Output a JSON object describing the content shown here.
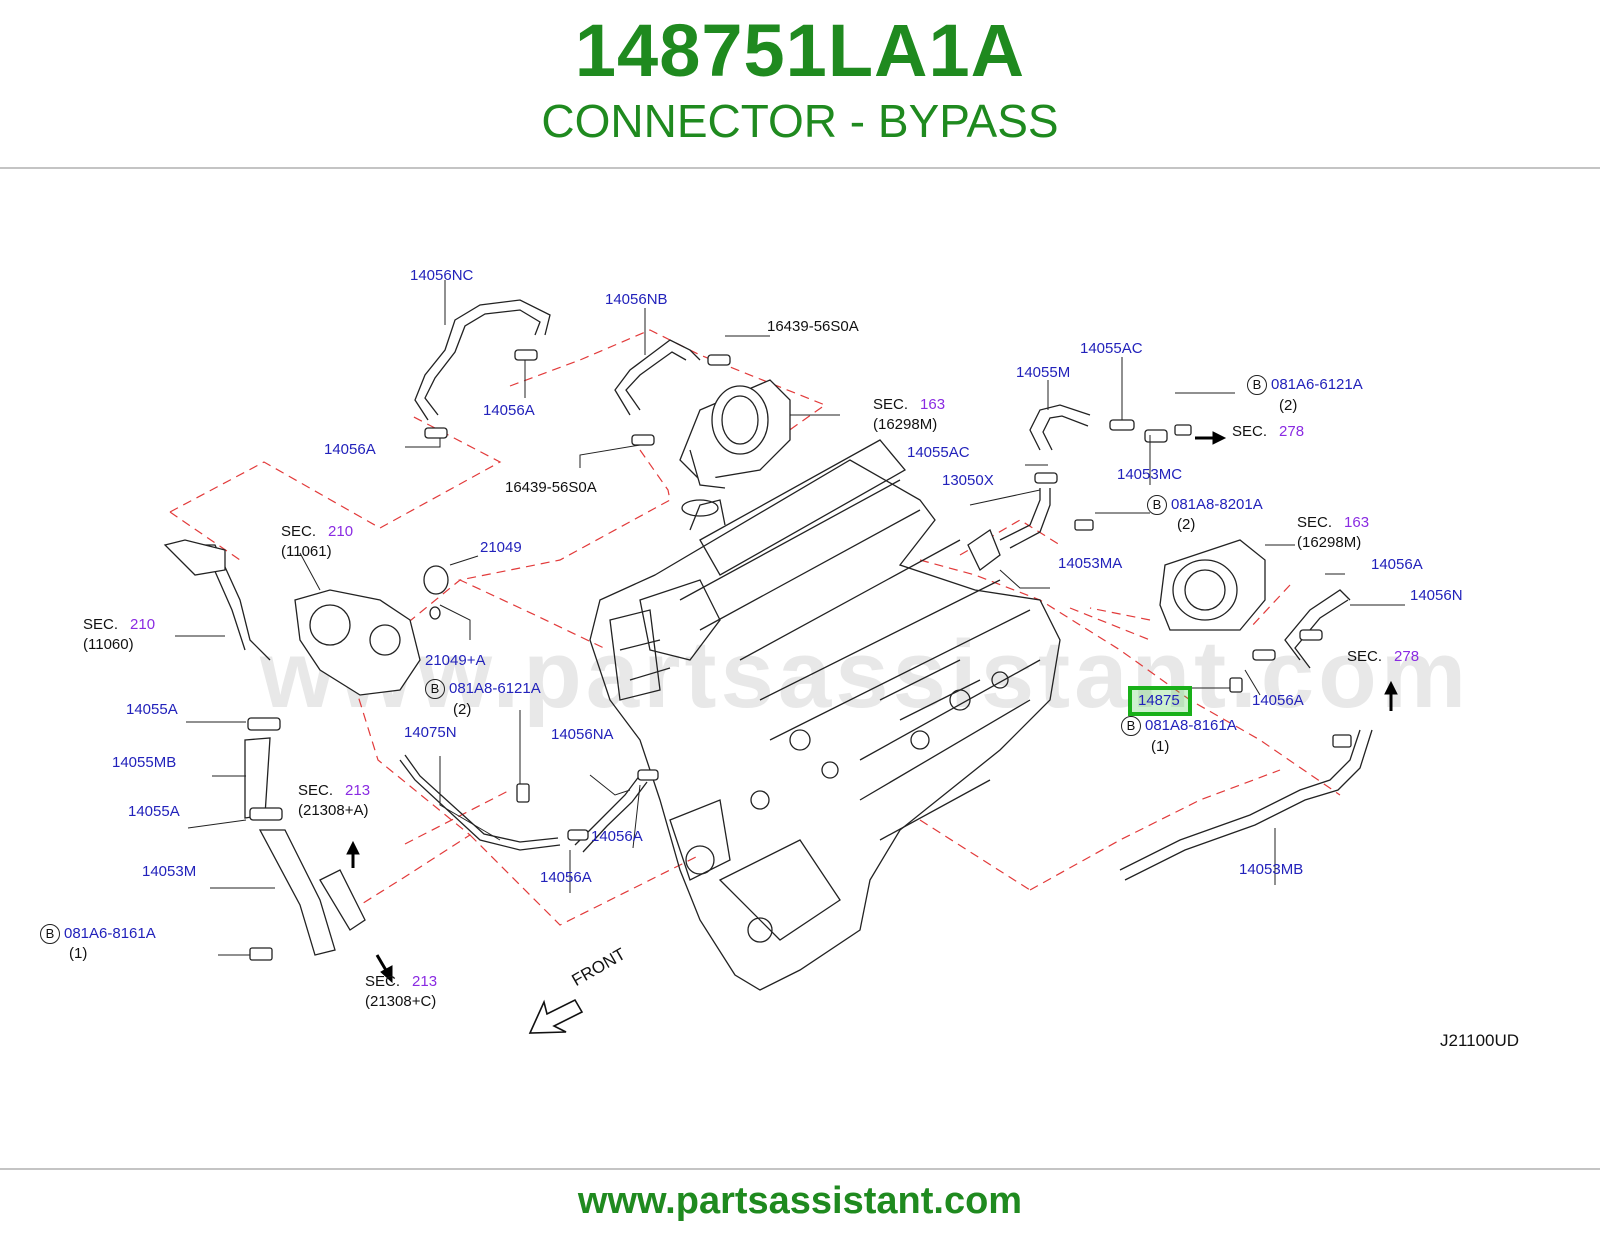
{
  "header": {
    "part_number": "148751LA1A",
    "part_name": "CONNECTOR - BYPASS"
  },
  "footer": {
    "url": "www.partsassistant.com"
  },
  "diagram": {
    "watermark": "www.partsassistant.com",
    "code": "J21100UD",
    "front_label": "FRONT",
    "highlighted_part": "14875",
    "labels": {
      "l14056NC": "14056NC",
      "l14056NB": "14056NB",
      "l16439_top": "16439-56S0A",
      "l14056A_1": "14056A",
      "l14056A_2": "14056A",
      "l16439_bot": "16439-56S0A",
      "l14055AC_1": "14055AC",
      "l14055M": "14055M",
      "l14055AC_2": "14055AC",
      "l14053MC": "14053MC",
      "l13050X": "13050X",
      "l14053MA": "14053MA",
      "l21049": "21049",
      "l21049A": "21049+A",
      "l14056A_3": "14056A",
      "l14056N": "14056N",
      "l14056A_4": "14056A",
      "l14055A_1": "14055A",
      "l14055MB": "14055MB",
      "l14055A_2": "14055A",
      "l14053M": "14053M",
      "l14075N": "14075N",
      "l14056NA": "14056NA",
      "l14056A_5": "14056A",
      "l14056A_6": "14056A",
      "l14053MB": "14053MB",
      "b_081A6_6121A": "081A6-6121A",
      "q_2a": "(2)",
      "b_081A8_8201A": "081A8-8201A",
      "q_2b": "(2)",
      "b_081A8_6121A": "081A8-6121A",
      "q_2c": "(2)",
      "b_081A8_8161A": "081A8-8161A",
      "q_1a": "(1)",
      "b_081A6_8161A": "081A6-8161A",
      "q_1b": "(1)",
      "circle_b": "B"
    },
    "sections": {
      "sec_word": "SEC.",
      "s163a": {
        "num": "163",
        "ref": "(16298M)"
      },
      "s278a": {
        "num": "278"
      },
      "s163b": {
        "num": "163",
        "ref": "(16298M)"
      },
      "s278b": {
        "num": "278"
      },
      "s210a": {
        "num": "210",
        "ref": "(11061)"
      },
      "s210b": {
        "num": "210",
        "ref": "(11060)"
      },
      "s213a": {
        "num": "213",
        "ref": "(21308+A)"
      },
      "s213b": {
        "num": "213",
        "ref": "(21308+C)"
      }
    }
  }
}
